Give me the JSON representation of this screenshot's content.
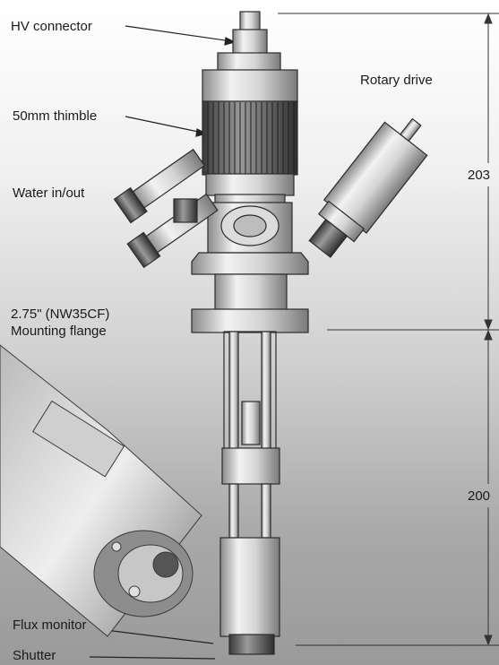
{
  "labels": {
    "hv_connector": "HV connector",
    "thimble": "50mm thimble",
    "rotary_drive": "Rotary drive",
    "water": "Water in/out",
    "flange_line1": "2.75\" (NW35CF)",
    "flange_line2": "Mounting flange",
    "flux_monitor": "Flux monitor",
    "shutter": "Shutter"
  },
  "dimensions": {
    "upper": "203",
    "lower": "200"
  }
}
